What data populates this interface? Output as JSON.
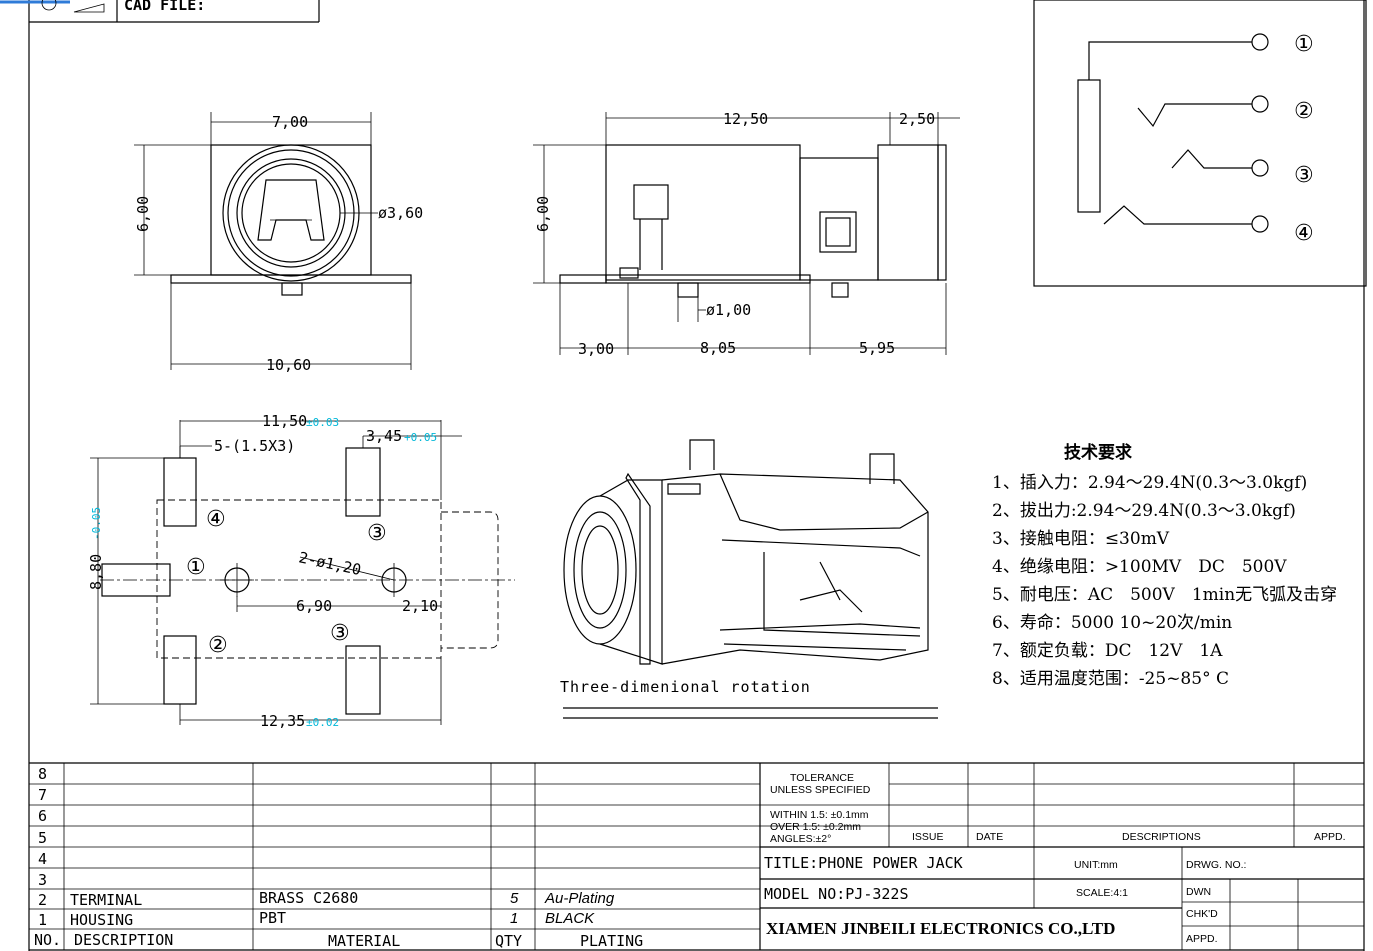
{
  "header": {
    "cad_file": "CAD FILE:"
  },
  "front_view": {
    "width": "7,00",
    "height": "6,00",
    "diameter": "ø3,60",
    "base_width": "10,60"
  },
  "side_view": {
    "length": "12,50",
    "front": "2,50",
    "height": "6,00",
    "pin_dia": "ø1,00",
    "left": "3,00",
    "mid": "8,05",
    "right": "5,95"
  },
  "footprint": {
    "pads": "5-(1.5X3)",
    "top_dim": "11,50",
    "top_tol": "±0.03",
    "right_dim": "3,45",
    "right_tol": "+0.05",
    "height_dim": "8,80",
    "height_tol": "-0.05",
    "holes": "2-ø1,20",
    "hole_spacing": "6,90",
    "hole_right": "2,10",
    "bottom_dim": "12,35",
    "bottom_tol": "±0.02",
    "pin_labels": [
      "①",
      "②",
      "③",
      "③",
      "④"
    ]
  },
  "iso_view": {
    "caption": "Three-dimenional rotation"
  },
  "schematic": {
    "pins": [
      "①",
      "②",
      "③",
      "④"
    ]
  },
  "requirements": {
    "title": "技术要求",
    "items": [
      "1、插入力：2.94～29.4N(0.3～3.0kgf)",
      "2、拔出力:2.94～29.4N(0.3～3.0kgf)",
      "3、接触电阻：≤30mV",
      "4、绝缘电阻：>100MV　DC　500V",
      "5、耐电压：AC　500V　1min无飞弧及击穿",
      "6、寿命：5000 10~20次/min",
      "7、额定负载：DC　12V　1A",
      "8、适用温度范围：-25~85° C"
    ]
  },
  "bom": {
    "headers": {
      "no": "NO.",
      "description": "DESCRIPTION",
      "material": "MATERIAL",
      "qty": "QTY",
      "plating": "PLATING"
    },
    "row_numbers": [
      "8",
      "7",
      "6",
      "5",
      "4",
      "3",
      "2",
      "1"
    ],
    "rows": [
      {
        "no": "2",
        "description": "TERMINAL",
        "material": "BRASS C2680",
        "qty": "5",
        "plating": "Au-Plating"
      },
      {
        "no": "1",
        "description": "HOUSING",
        "material": "PBT",
        "qty": "1",
        "plating": "BLACK"
      }
    ]
  },
  "title_block": {
    "tolerance_1": "TOLERANCE",
    "tolerance_2": "UNLESS SPECIFIED",
    "within": "WITHIN 1.5: ±0.1mm",
    "over": "OVER 1.5:  ±0.2mm",
    "angles": "ANGLES:±2°",
    "issue": "ISSUE",
    "date": "DATE",
    "descriptions": "DESCRIPTIONS",
    "appd": "APPD.",
    "title": "TITLE:PHONE POWER JACK",
    "unit": "UNIT:mm",
    "drwg_no": "DRWG. NO.:",
    "model": "MODEL NO:PJ-322S",
    "scale": "SCALE:4:1",
    "dwn": "DWN",
    "chkd": "CHK'D",
    "appd2": "APPD.",
    "company": "XIAMEN JINBEILI ELECTRONICS CO.,LTD"
  }
}
